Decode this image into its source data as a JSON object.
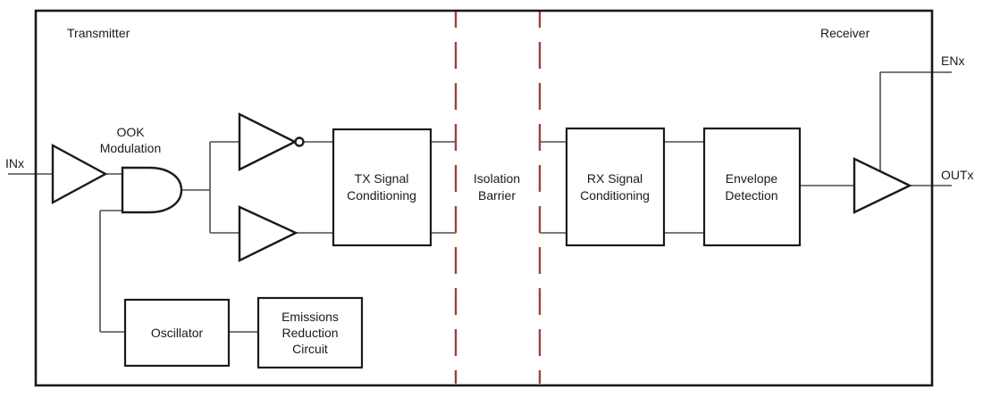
{
  "diagram": {
    "regions": {
      "transmitter": "Transmitter",
      "receiver": "Receiver"
    },
    "ports": {
      "input": "INx",
      "enable": "ENx",
      "output": "OUTx"
    },
    "annotations": {
      "ook_modulation": [
        "OOK",
        "Modulation"
      ],
      "isolation_barrier": [
        "Isolation",
        "Barrier"
      ]
    },
    "blocks": {
      "tx_signal_conditioning": [
        "TX Signal",
        "Conditioning"
      ],
      "rx_signal_conditioning": [
        "RX Signal",
        "Conditioning"
      ],
      "envelope_detection": [
        "Envelope",
        "Detection"
      ],
      "oscillator": [
        "Oscillator"
      ],
      "emissions_reduction_circuit": [
        "Emissions",
        "Reduction",
        "Circuit"
      ]
    },
    "icons": {
      "input_buffer": "buffer-triangle",
      "ook_and_gate": "and-gate",
      "tx_inverter": "inverting-buffer-triangle",
      "tx_buffer": "buffer-triangle",
      "output_buffer": "buffer-triangle"
    },
    "colors": {
      "isolation_barrier_dash": "#9c423c",
      "wire": "#4d4d4d",
      "outline": "#1a1a1a",
      "text": "#1a1a1a",
      "background": "#ffffff"
    }
  }
}
